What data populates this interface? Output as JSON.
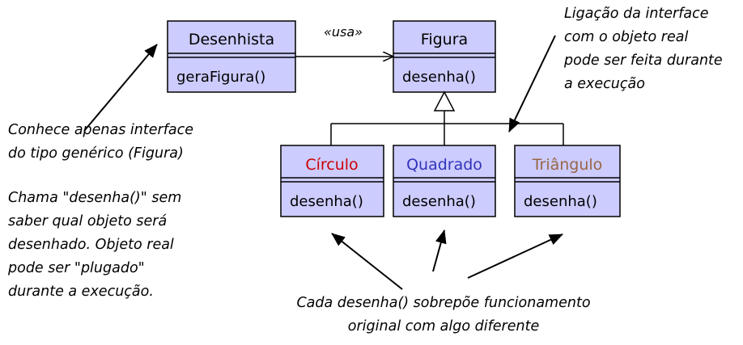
{
  "colors": {
    "class_fill": "#ccccff",
    "circulo": "#cc0000",
    "quadrado": "#3333bb",
    "triangulo": "#996644"
  },
  "classes": {
    "desenhista": {
      "name": "Desenhista",
      "operation": "geraFigura()"
    },
    "figura": {
      "name": "Figura",
      "operation": "desenha()"
    },
    "circulo": {
      "name": "Círculo",
      "operation": "desenha()"
    },
    "quadrado": {
      "name": "Quadrado",
      "operation": "desenha()"
    },
    "triangulo": {
      "name": "Triângulo",
      "operation": "desenha()"
    }
  },
  "stereotype": "«usa»",
  "notes": {
    "left_top": [
      "Conhece apenas interface",
      "do tipo genérico (Figura)"
    ],
    "left_bottom": [
      "Chama \"desenha()\" sem",
      "saber qual objeto será",
      "desenhado. Objeto real",
      "pode ser \"plugado\"",
      "durante a execução."
    ],
    "right_top": [
      "Ligação da interface",
      "com o objeto real",
      "pode ser feita durante",
      "a execução"
    ],
    "bottom": [
      "Cada desenha() sobrepõe funcionamento",
      "original com algo diferente"
    ]
  }
}
